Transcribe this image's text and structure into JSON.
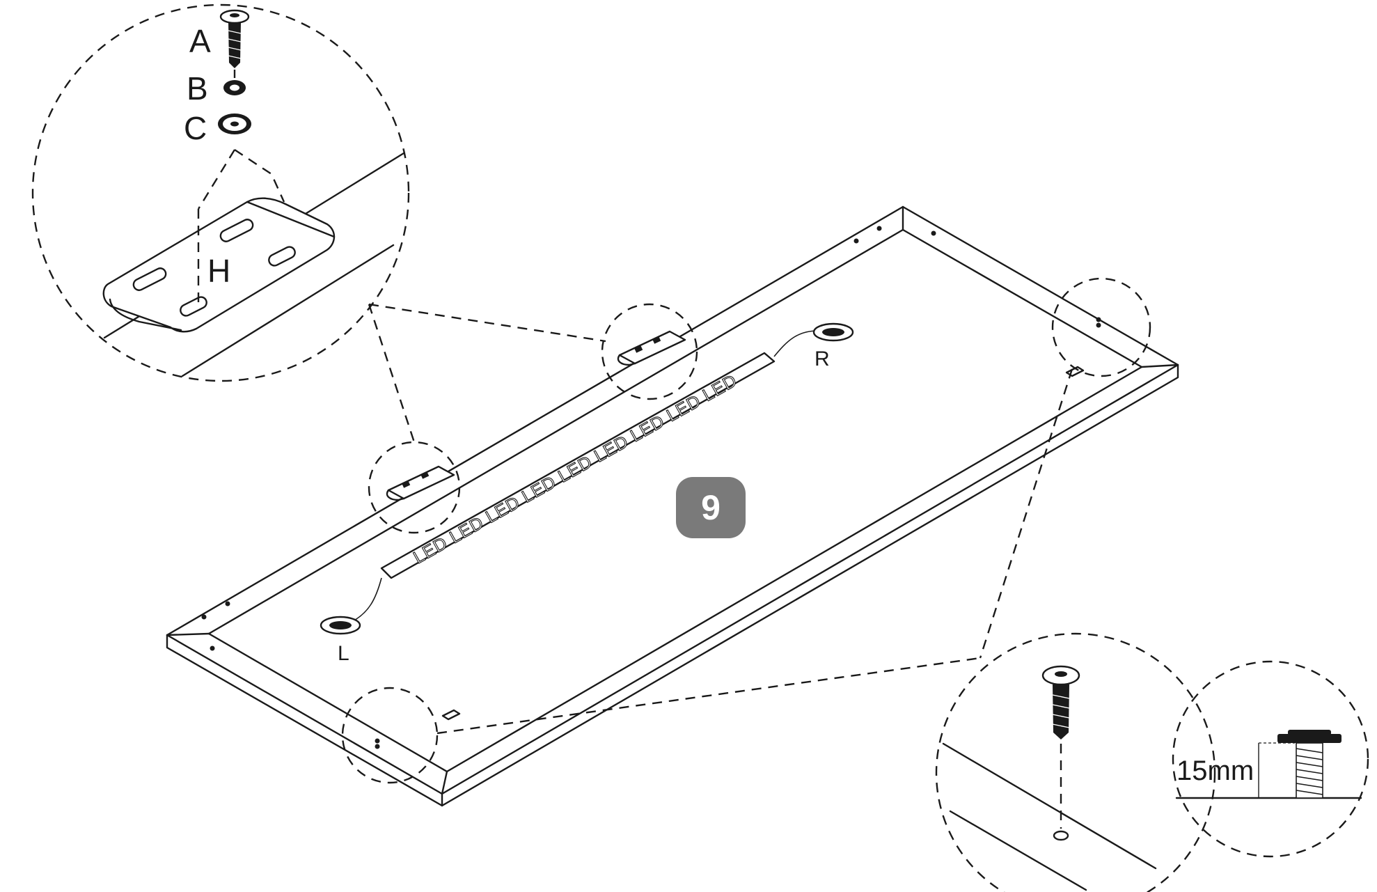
{
  "step": {
    "number": "9",
    "badge_color": "#7a7a7a"
  },
  "hardware_labels": {
    "screw": "A",
    "lock_washer": "B",
    "flat_washer": "C",
    "hanger_bracket": "H"
  },
  "led_strip": {
    "text": "LED LED LED LED LED LED LED LED LED",
    "end_left": "L",
    "end_right": "R"
  },
  "measurement": {
    "screw_protrusion": "15mm"
  }
}
